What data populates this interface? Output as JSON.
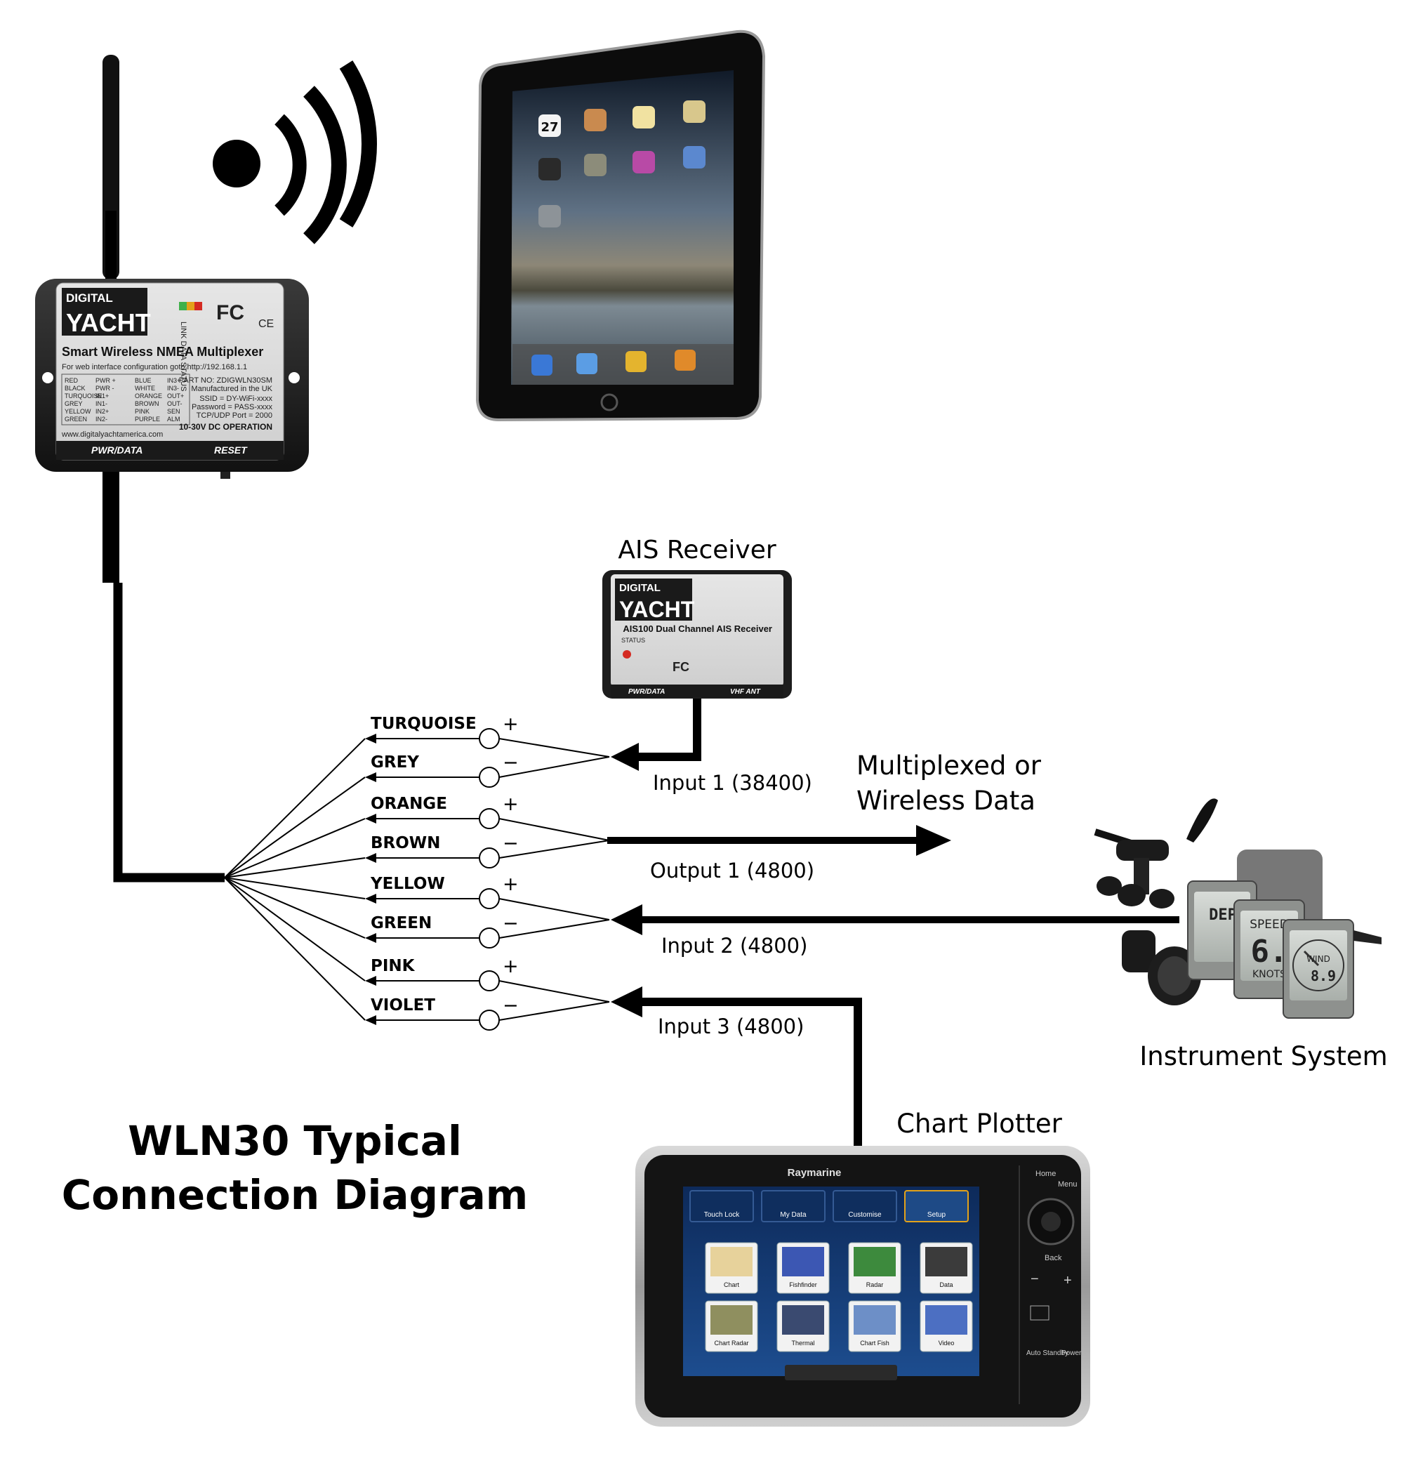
{
  "title_line1": "WLN30 Typical",
  "title_line2": "Connection Diagram",
  "multiplexer": {
    "brand_top": "DIGITAL",
    "brand_bottom": "YACHT",
    "model_text": "Smart Wireless NMEA Multiplexer",
    "config_text": "For web interface configuration goto http://192.168.1.1",
    "part_no": "PART NO: ZDIGWLN30SM",
    "made_in": "Manufactured in the UK",
    "ssid": "SSID = DY-WiFi-xxxx",
    "password": "Password = PASS-xxxx",
    "port": "TCP/UDP Port = 2000",
    "voltage": "10-30V DC OPERATION",
    "website": "www.digitalyachtamerica.com",
    "label_left": "PWR/DATA",
    "label_right": "RESET",
    "led_labels": "LINK DATA STATUS",
    "wire_table": [
      [
        "RED",
        "PWR +",
        "BLUE",
        "IN3+"
      ],
      [
        "BLACK",
        "PWR -",
        "WHITE",
        "IN3-"
      ],
      [
        "TURQUOISE",
        "IN1+",
        "ORANGE",
        "OUT+"
      ],
      [
        "GREY",
        "IN1-",
        "BROWN",
        "OUT-"
      ],
      [
        "YELLOW",
        "IN2+",
        "PINK",
        "SEN"
      ],
      [
        "GREEN",
        "IN2-",
        "PURPLE",
        "ALM"
      ]
    ]
  },
  "ais": {
    "label": "AIS Receiver",
    "brand_top": "DIGITAL",
    "brand_bottom": "YACHT",
    "model_text": "AIS100 Dual Channel AIS Receiver",
    "status": "STATUS",
    "label_left": "PWR/DATA",
    "label_right": "VHF ANT"
  },
  "wires": [
    {
      "name": "TURQUOISE",
      "sign": "+"
    },
    {
      "name": "GREY",
      "sign": "−"
    },
    {
      "name": "ORANGE",
      "sign": "+"
    },
    {
      "name": "BROWN",
      "sign": "−"
    },
    {
      "name": "YELLOW",
      "sign": "+"
    },
    {
      "name": "GREEN",
      "sign": "−"
    },
    {
      "name": "PINK",
      "sign": "+"
    },
    {
      "name": "VIOLET",
      "sign": "−"
    }
  ],
  "connections": {
    "input1": "Input 1 (38400)",
    "output1": "Output 1 (4800)",
    "input2": "Input 2 (4800)",
    "input3": "Input 3 (4800)",
    "multiplexed_line1": "Multiplexed or",
    "multiplexed_line2": "Wireless Data"
  },
  "instrument": {
    "label": "Instrument System",
    "display1": "DEP",
    "display2": "SPEED",
    "display2_value": "6.",
    "display2_unit": "KNOTS",
    "display3": "WIND",
    "display3_value": "8.9"
  },
  "plotter": {
    "label": "Chart Plotter",
    "brand": "Raymarine",
    "top_tabs": [
      "Touch Lock",
      "My Data",
      "Customise",
      "Setup"
    ],
    "apps_row1": [
      "Chart",
      "Fishfinder",
      "Radar",
      "Data"
    ],
    "apps_row2": [
      "Chart Radar",
      "Thermal",
      "Chart Fish",
      "Video"
    ],
    "side_labels": [
      "Home",
      "Menu",
      "Back",
      "Auto Standby",
      "Power"
    ]
  }
}
